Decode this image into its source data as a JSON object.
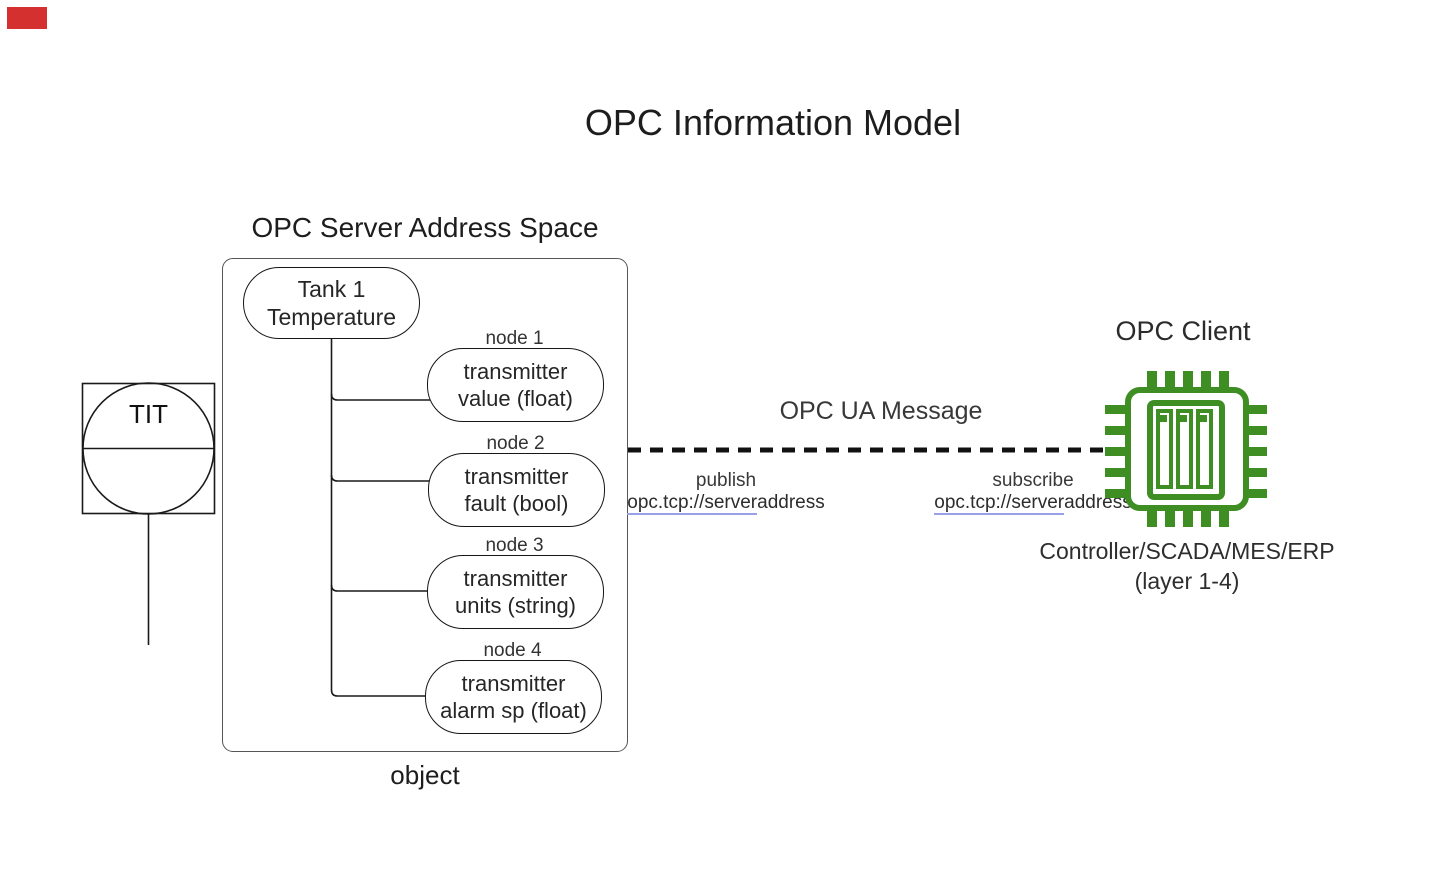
{
  "title": "OPC Information Model",
  "instrument": {
    "tag": "TIT"
  },
  "server": {
    "heading": "OPC Server Address Space",
    "object_label": "object",
    "root": {
      "line1": "Tank 1",
      "line2": "Temperature"
    },
    "nodes": [
      {
        "label": "node 1",
        "line1": "transmitter",
        "line2": "value (float)"
      },
      {
        "label": "node 2",
        "line1": "transmitter",
        "line2": "fault (bool)"
      },
      {
        "label": "node 3",
        "line1": "transmitter",
        "line2": "units (string)"
      },
      {
        "label": "node 4",
        "line1": "transmitter",
        "line2": "alarm sp (float)"
      }
    ]
  },
  "link": {
    "label": "OPC UA Message",
    "publish": {
      "verb": "publish",
      "address_link": "opc.tcp://server",
      "address_rest": "address"
    },
    "subscribe": {
      "verb": "subscribe",
      "address_link": "opc.tcp://server",
      "address_rest": "address"
    }
  },
  "client": {
    "heading": "OPC Client",
    "icon": "chip-icon",
    "caption_line1": "Controller/SCADA/MES/ERP",
    "caption_line2": "(layer 1-4)"
  },
  "colors": {
    "chip_green": "#3e8e24",
    "link_underline": "#98a0ea",
    "indicator_red": "#d3302f",
    "diagram_black": "#1a1a1a"
  }
}
